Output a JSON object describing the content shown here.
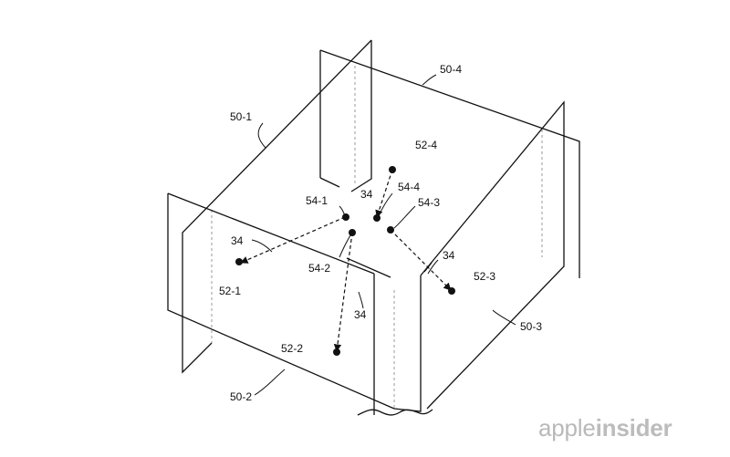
{
  "labels": {
    "plate_1": "50-1",
    "plate_2": "50-2",
    "plate_3": "50-3",
    "plate_4": "50-4",
    "target_1": "52-1",
    "target_2": "52-2",
    "target_3": "52-3",
    "target_4": "52-4",
    "source_1": "54-1",
    "source_2": "54-2",
    "source_3": "54-3",
    "source_4": "54-4",
    "path_a": "34",
    "path_b": "34",
    "path_c": "34",
    "path_d": "34"
  },
  "watermark": {
    "part1": "apple",
    "part2": "insider"
  },
  "colors": {
    "line": "#111111",
    "hidden_line": "#9a9a9a",
    "watermark": "#b9b9b9"
  }
}
